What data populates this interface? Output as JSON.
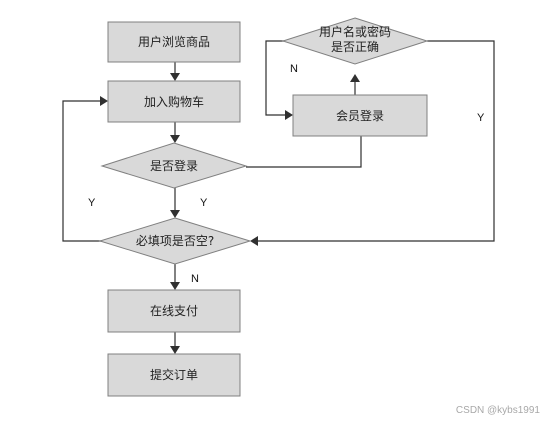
{
  "nodes": {
    "browse": "用户浏览商品",
    "add_cart": "加入购物车",
    "is_logged_in": "是否登录",
    "check_empty": "必填项是否空?",
    "pay": "在线支付",
    "submit_order": "提交订单",
    "member_login": "会员登录",
    "credentials_line1": "用户名或密码",
    "credentials_line2": "是否正确"
  },
  "edge_labels": {
    "login_yes": "Y",
    "empty_yes": "Y",
    "empty_no": "N",
    "credentials_no": "N",
    "credentials_yes": "Y"
  },
  "watermark": "CSDN @kybs1991",
  "colors": {
    "shape_fill": "#d9d9d9",
    "shape_stroke": "#808080",
    "connector": "#303030"
  }
}
